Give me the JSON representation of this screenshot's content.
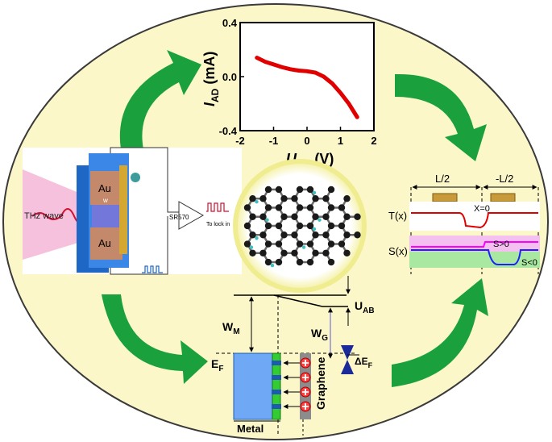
{
  "colors": {
    "background_ellipse": "#fbf7c8",
    "ellipse_border": "#3a3a3a",
    "arrow": "#1aa03c",
    "curve": "#e00000",
    "metal": "#6fa8f5",
    "graphene_dots": "#ff4040",
    "tx_line": "#e00000",
    "sx_magenta": "#ff00ff",
    "sx_blue": "#2020ff",
    "sx_green": "#a8e8a0"
  },
  "chart_data": {
    "type": "line",
    "x": [
      -1.5,
      -1.25,
      -1.0,
      -0.75,
      -0.5,
      -0.25,
      0.0,
      0.25,
      0.5,
      0.75,
      1.0,
      1.25,
      1.5
    ],
    "y": [
      0.14,
      0.11,
      0.09,
      0.07,
      0.055,
      0.045,
      0.04,
      0.03,
      0.0,
      -0.05,
      -0.12,
      -0.2,
      -0.3
    ],
    "xlim": [
      -2,
      2
    ],
    "ylim": [
      -0.4,
      0.4
    ],
    "x_ticks": [
      "-2",
      "-1",
      "0",
      "1",
      "2"
    ],
    "y_ticks": [
      "0.4",
      "0.0",
      "-0.4"
    ],
    "xlabel_main": "U",
    "xlabel_sub": "AB",
    "xlabel_unit": " (V)",
    "ylabel_main": "I",
    "ylabel_sub": "AD",
    "ylabel_unit": " (mA)"
  },
  "device": {
    "thz_label": "THz wave",
    "electrode_top": "Au",
    "electrode_bottom": "Au",
    "w_label": "w",
    "amp_label": "SR570",
    "lockin_label": "To lock in"
  },
  "transport": {
    "half_left": "L/2",
    "half_right": "-L/2",
    "tx_label": "T(x)",
    "x0_label": "X=0",
    "sx_label": "S(x)",
    "s_pos": "S>0",
    "s_neg": "S<0"
  },
  "band": {
    "u_main": "U",
    "u_sub": "AB",
    "wm_main": "W",
    "wm_sub": "M",
    "wg_main": "W",
    "wg_sub": "G",
    "ef_main": "E",
    "ef_sub": "F",
    "def_main": "ΔE",
    "def_sub": "F",
    "graphene_label": "Graphene",
    "metal_label": "Metal"
  }
}
